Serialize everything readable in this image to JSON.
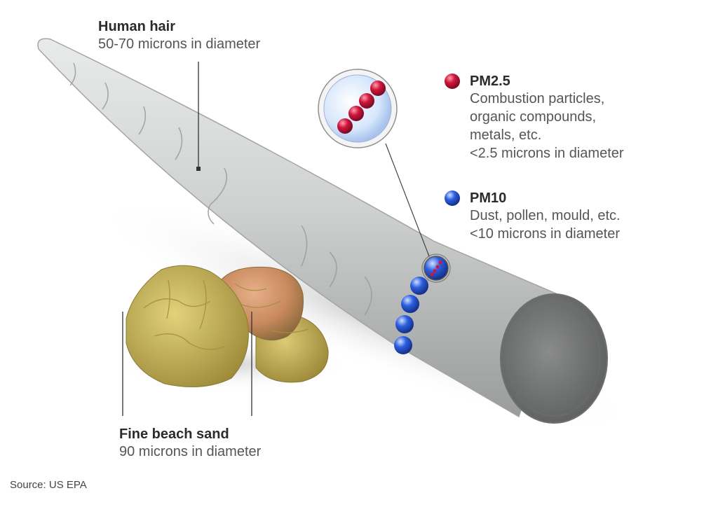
{
  "labels": {
    "hair": {
      "title": "Human hair",
      "sub": "50-70 microns in diameter"
    },
    "pm25": {
      "title": "PM2.5",
      "lines": [
        "Combustion particles,",
        "organic compounds,",
        "metals, etc.",
        "<2.5 microns in diameter"
      ]
    },
    "pm10": {
      "title": "PM10",
      "lines": [
        "Dust, pollen, mould, etc.",
        "<10 microns in diameter"
      ]
    },
    "sand": {
      "title": "Fine beach sand",
      "sub": "90 microns in diameter"
    }
  },
  "source": "Source: US EPA",
  "colors": {
    "pm25": "#d0163c",
    "pm10": "#2c5fe0",
    "hair": "#c9cbcb",
    "sand": "#c9b45a"
  }
}
